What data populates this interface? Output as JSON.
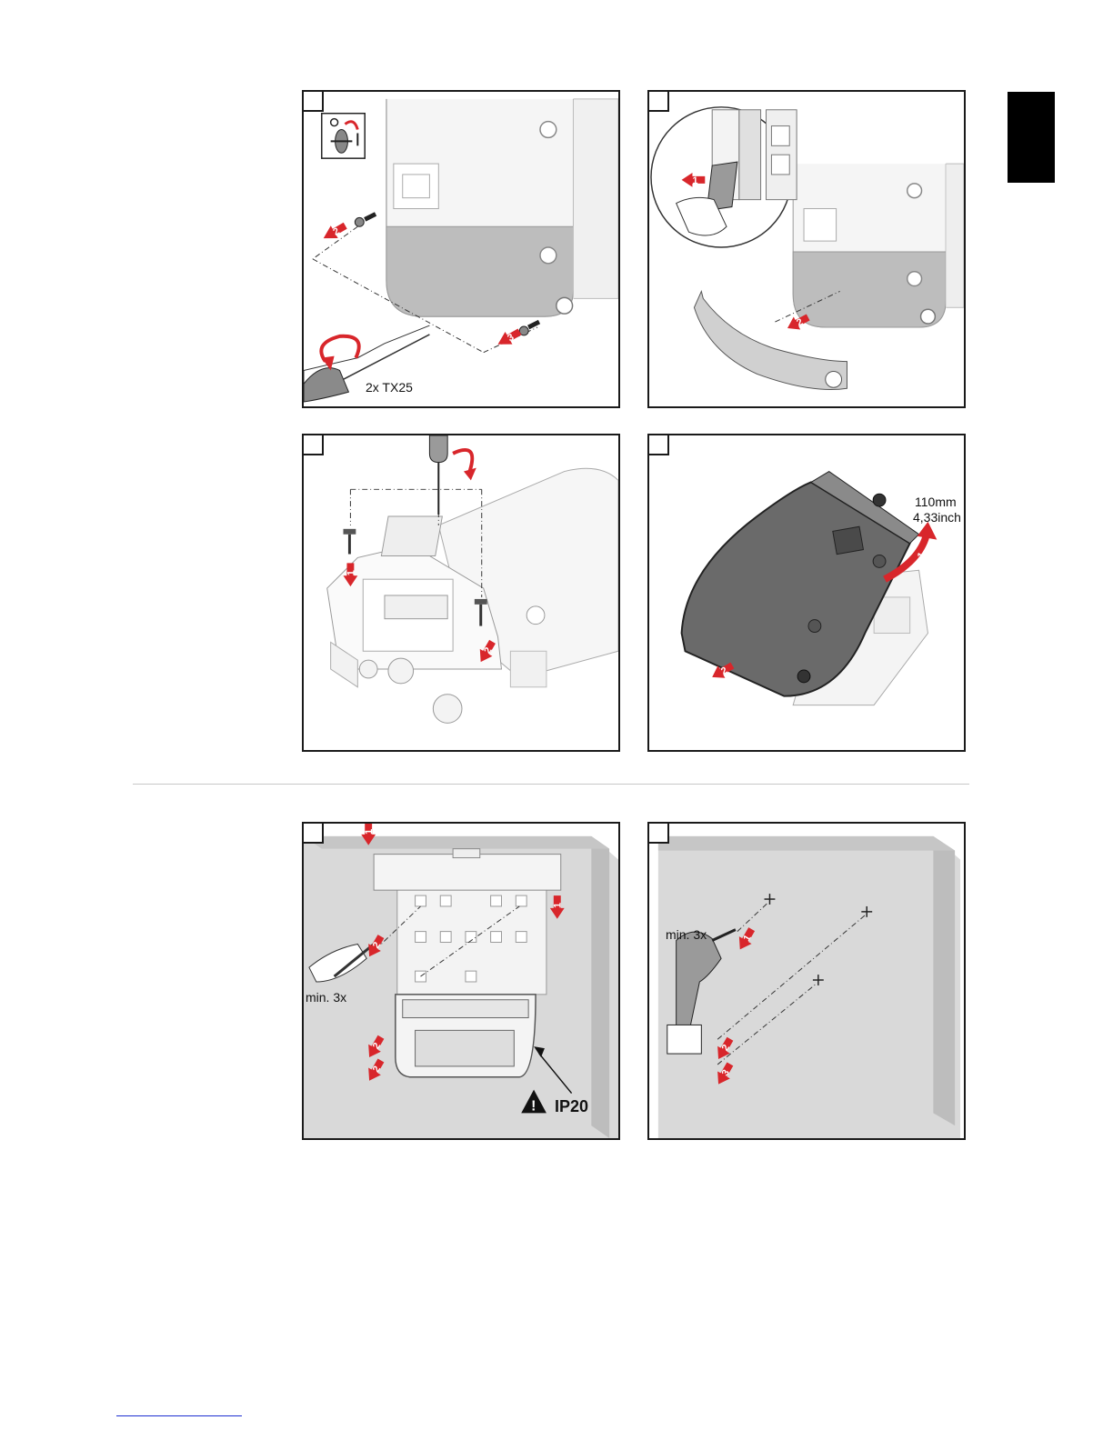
{
  "panels": {
    "p1": {
      "tool_label": "2x TX25"
    },
    "p4": {
      "dim_mm": "110mm",
      "dim_inch": "4,33inch"
    },
    "p5": {
      "count_label": "min. 3x",
      "ip_label": "IP20"
    },
    "p6": {
      "count_label": "min. 3x"
    }
  },
  "colors": {
    "accent_red": "#d8262b",
    "wall_gray": "#d9d9d9",
    "lang_tab": "#000000"
  }
}
